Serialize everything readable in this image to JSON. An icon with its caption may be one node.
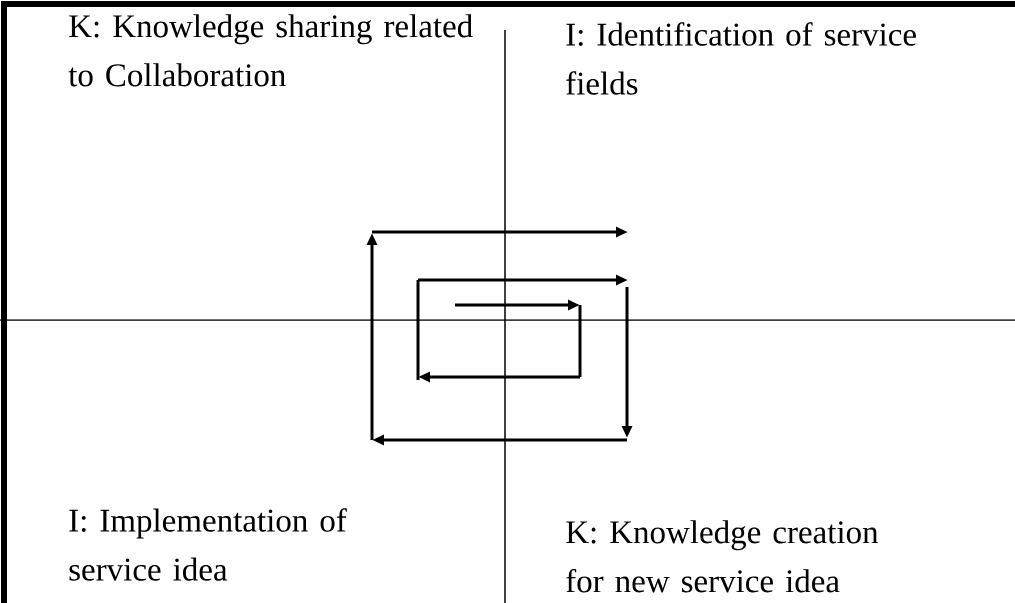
{
  "diagram": {
    "labels": [
      "K: Knowledge sharing related to Collaboration",
      "I: Identification of service fields",
      "I: Implementation of service idea",
      "K: Knowledge creation for new service idea"
    ]
  }
}
